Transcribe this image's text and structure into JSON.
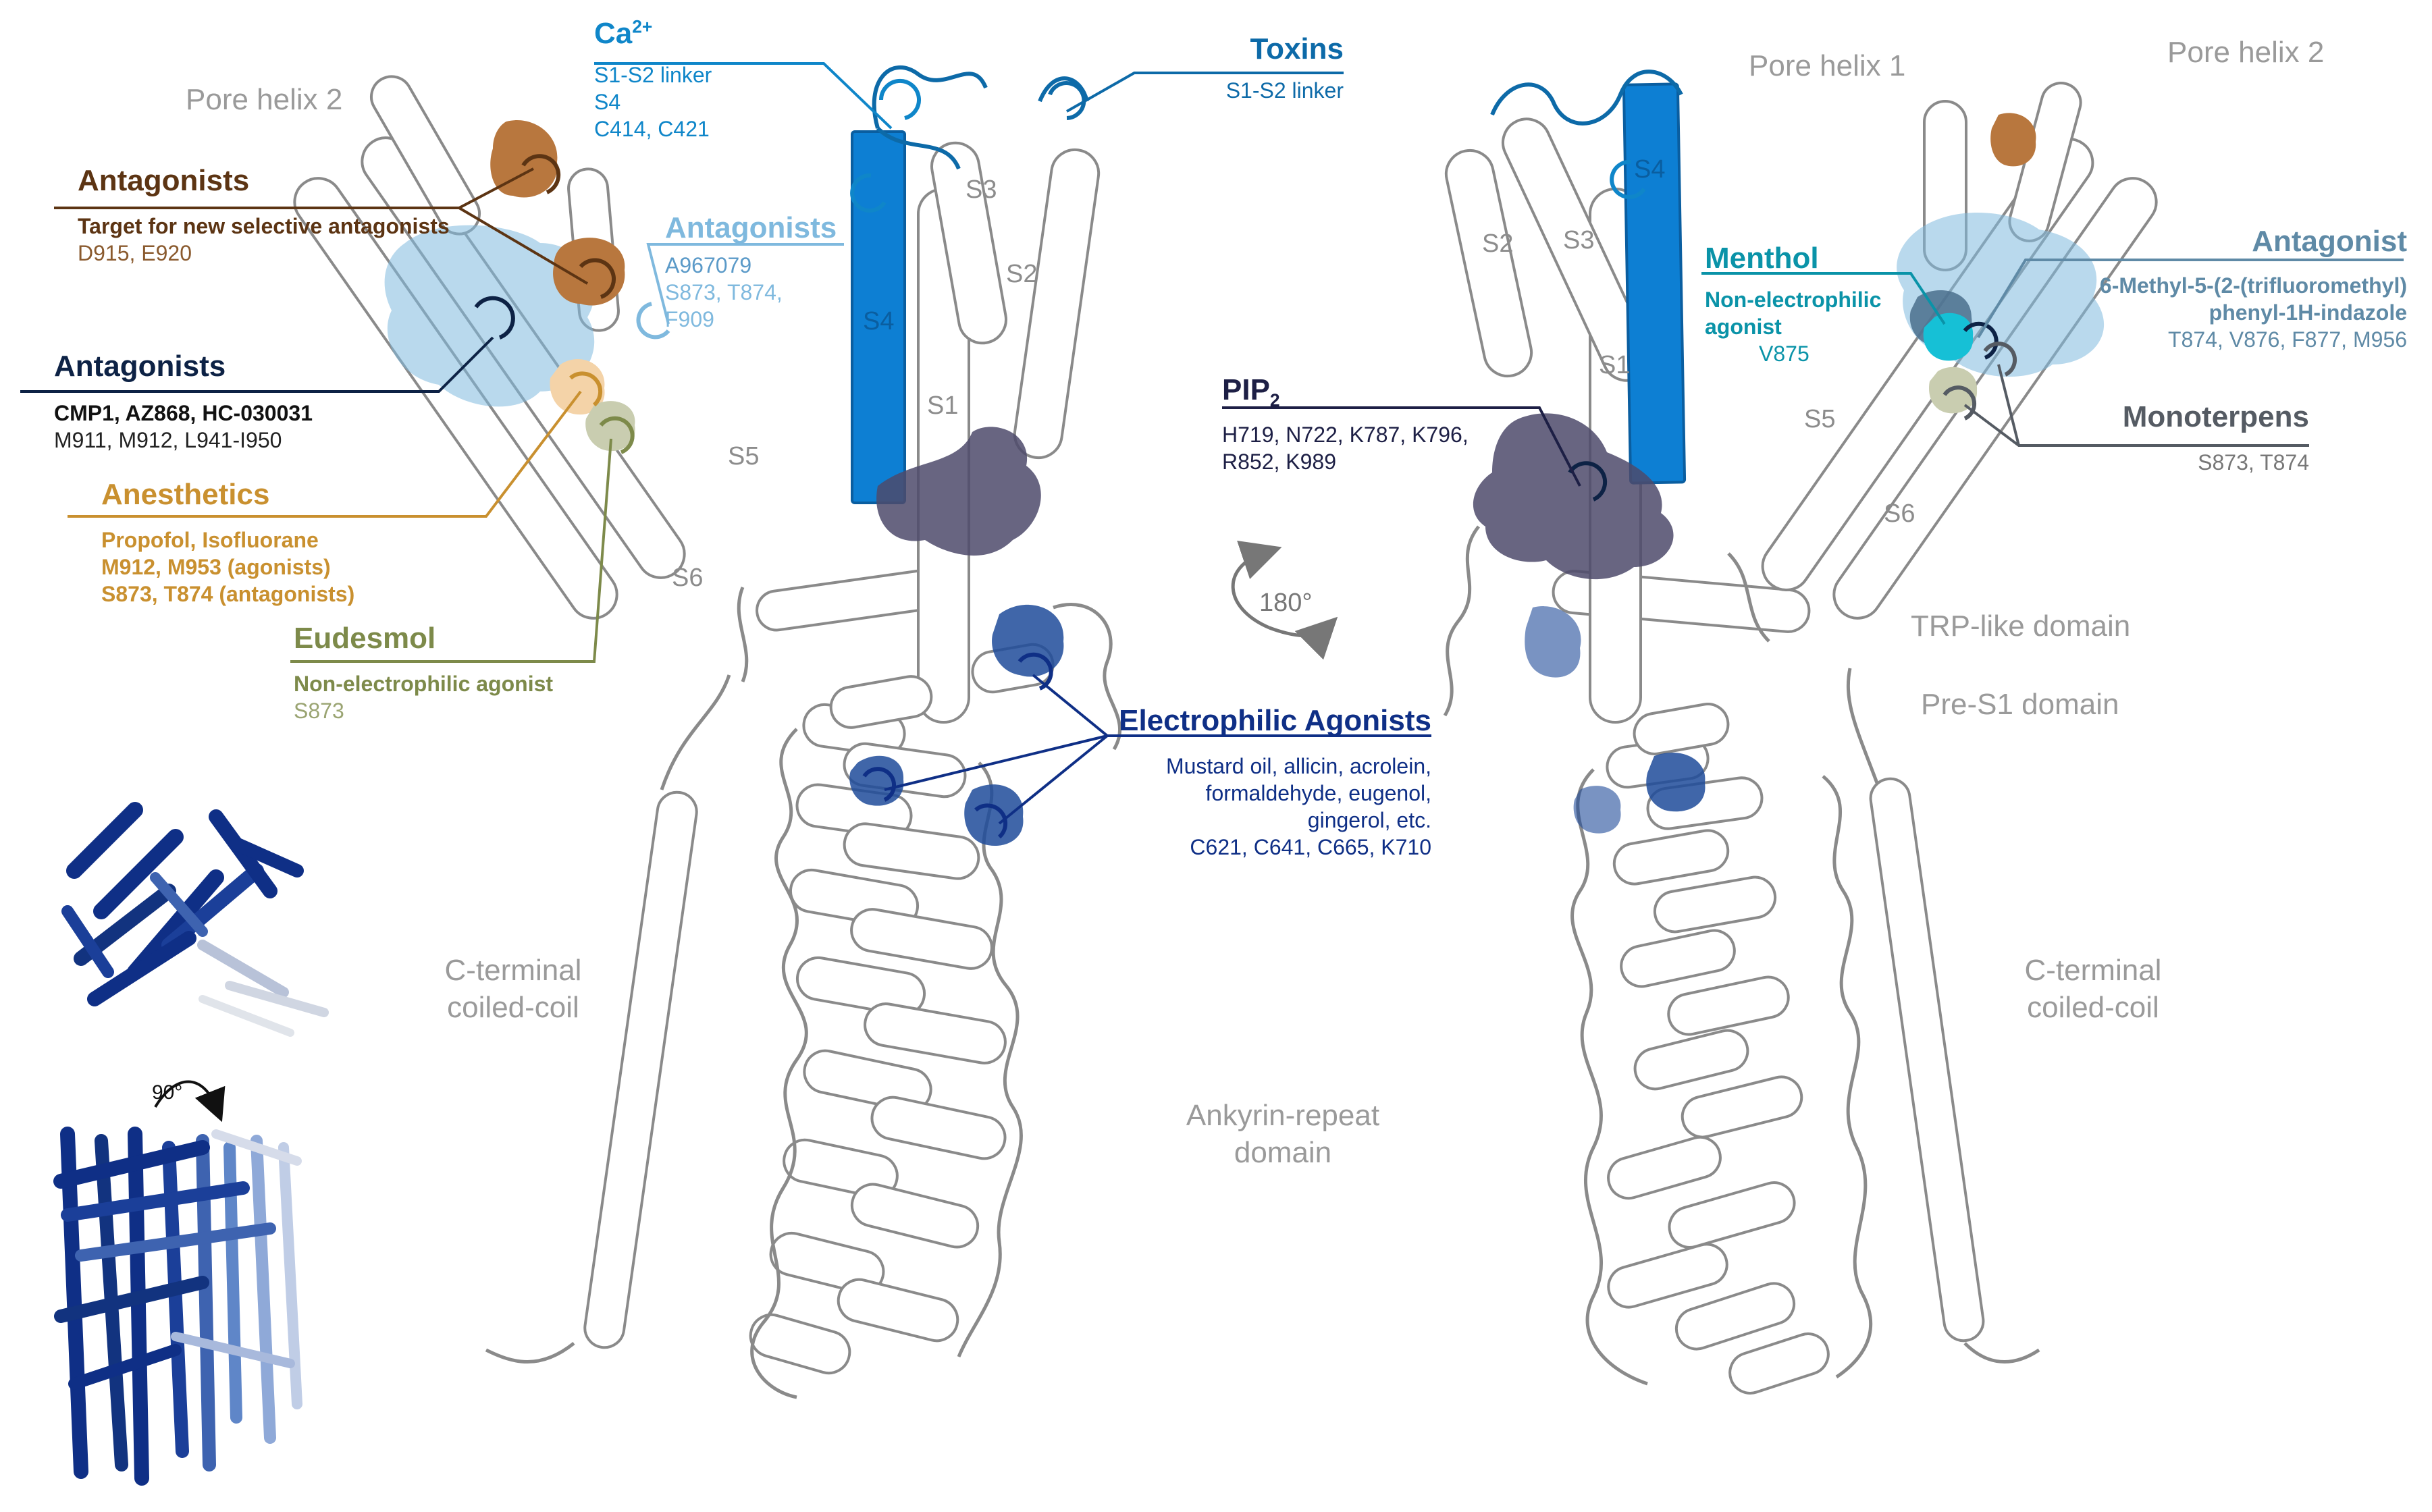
{
  "colors": {
    "ca": "#0f86c9",
    "toxins": "#0d6aa8",
    "antagonists_brown": "#5c3413",
    "brown_site": "#b8773e",
    "antagonists_light": "#7fb9de",
    "antagonists_dark": "#0d2245",
    "anesthetics": "#c9902f",
    "eudesmol": "#7d8a4a",
    "electrophilic": "#0f2f86",
    "pip2": "#1d1f45",
    "menthol": "#0a93a8",
    "antagonist_right": "#5f8aa6",
    "monoterpens": "#555b63",
    "helix_outline": "#8a8a8a",
    "s4_blue": "#0d7fd3"
  },
  "icons": {
    "rotation_180": "curved-arrow-icon",
    "rotation_90": "curved-arrow-icon"
  },
  "structure_labels": {
    "pore_helix_2_left": "Pore helix 2",
    "pore_helix_1_right": "Pore helix 1",
    "pore_helix_2_right": "Pore helix 2",
    "trp_like_domain": "TRP-like domain",
    "pre_s1_domain": "Pre-S1 domain",
    "c_terminal_left_1": "C-terminal",
    "c_terminal_left_2": "coiled-coil",
    "c_terminal_right_1": "C-terminal",
    "c_terminal_right_2": "coiled-coil",
    "ankyrin_1": "Ankyrin-repeat",
    "ankyrin_2": "domain",
    "rotation_180": "180°",
    "rotation_90": "90°"
  },
  "segments": {
    "left": [
      "S1",
      "S2",
      "S3",
      "S4",
      "S5",
      "S6"
    ],
    "right": [
      "S1",
      "S2",
      "S3",
      "S4",
      "S5",
      "S6"
    ]
  },
  "annotations": {
    "ca": {
      "title": "Ca",
      "sup": "2+",
      "lines": [
        "S1-S2 linker",
        "S4",
        "C414, C421"
      ]
    },
    "toxins": {
      "title": "Toxins",
      "lines": [
        "S1-S2 linker"
      ]
    },
    "antagonists_brown": {
      "title": "Antagonists",
      "lines": [
        "Target for new selective antagonists",
        "D915, E920"
      ]
    },
    "antagonists_light": {
      "title": "Antagonists",
      "lines": [
        "A967079",
        "S873, T874,",
        "F909"
      ]
    },
    "antagonists_dark": {
      "title": "Antagonists",
      "lines": [
        "CMP1, AZ868, HC-030031",
        "M911, M912, L941-I950"
      ]
    },
    "anesthetics": {
      "title": "Anesthetics",
      "lines": [
        "Propofol, Isofluorane",
        "M912, M953 (agonists)",
        "S873, T874 (antagonists)"
      ]
    },
    "eudesmol": {
      "title": "Eudesmol",
      "lines": [
        "Non-electrophilic agonist",
        "S873"
      ]
    },
    "electrophilic": {
      "title": "Electrophilic Agonists",
      "lines": [
        "Mustard oil, allicin, acrolein,",
        "formaldehyde, eugenol,",
        "gingerol, etc.",
        "C621, C641, C665, K710"
      ]
    },
    "pip2": {
      "title": "PIP",
      "sub": "2",
      "lines": [
        "H719, N722, K787, K796,",
        "R852, K989"
      ]
    },
    "menthol": {
      "title": "Menthol",
      "lines": [
        "Non-electrophilic",
        "agonist",
        "V875"
      ]
    },
    "antagonist_right": {
      "title": "Antagonist",
      "lines": [
        "6-Methyl-5-(2-(trifluoromethyl)",
        "phenyl-1H-indazole",
        "T874, V876, F877, M956"
      ]
    },
    "monoterpens": {
      "title": "Monoterpens",
      "lines": [
        "S873, T874"
      ]
    }
  }
}
